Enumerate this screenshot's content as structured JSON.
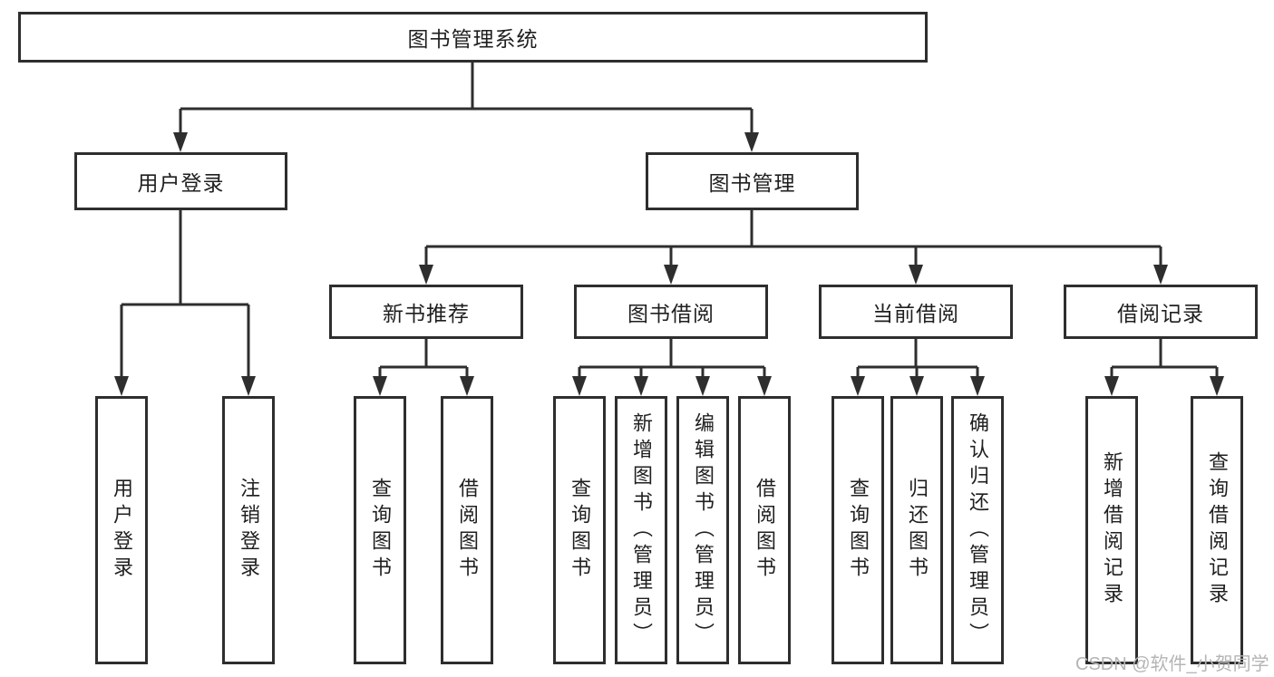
{
  "diagram_title": "图书管理系统",
  "colors": {
    "line": "#2e2e2e",
    "text": "#1f1f1f",
    "watermark": "#b5b5b5",
    "background": "#ffffff"
  },
  "nodes": {
    "root": {
      "label": "图书管理系统"
    },
    "level2": {
      "user_login": {
        "label": "用户登录"
      },
      "book_mgmt": {
        "label": "图书管理"
      }
    },
    "level3": {
      "new_book": {
        "label": "新书推荐"
      },
      "book_borrow": {
        "label": "图书借阅"
      },
      "current_borrow": {
        "label": "当前借阅"
      },
      "borrow_record": {
        "label": "借阅记录"
      }
    },
    "leaves": {
      "user_login": [
        "用户登录",
        "注销登录"
      ],
      "new_book": [
        "查询图书",
        "借阅图书"
      ],
      "book_borrow": [
        "查询图书",
        "新增图书（管理员）",
        "编辑图书（管理员）",
        "借阅图书"
      ],
      "current_borrow": [
        "查询图书",
        "归还图书",
        "确认归还（管理员）"
      ],
      "borrow_record": [
        "新增借阅记录",
        "查询借阅记录"
      ]
    }
  },
  "watermark": {
    "text": "CSDN @软件_小贺同学"
  }
}
